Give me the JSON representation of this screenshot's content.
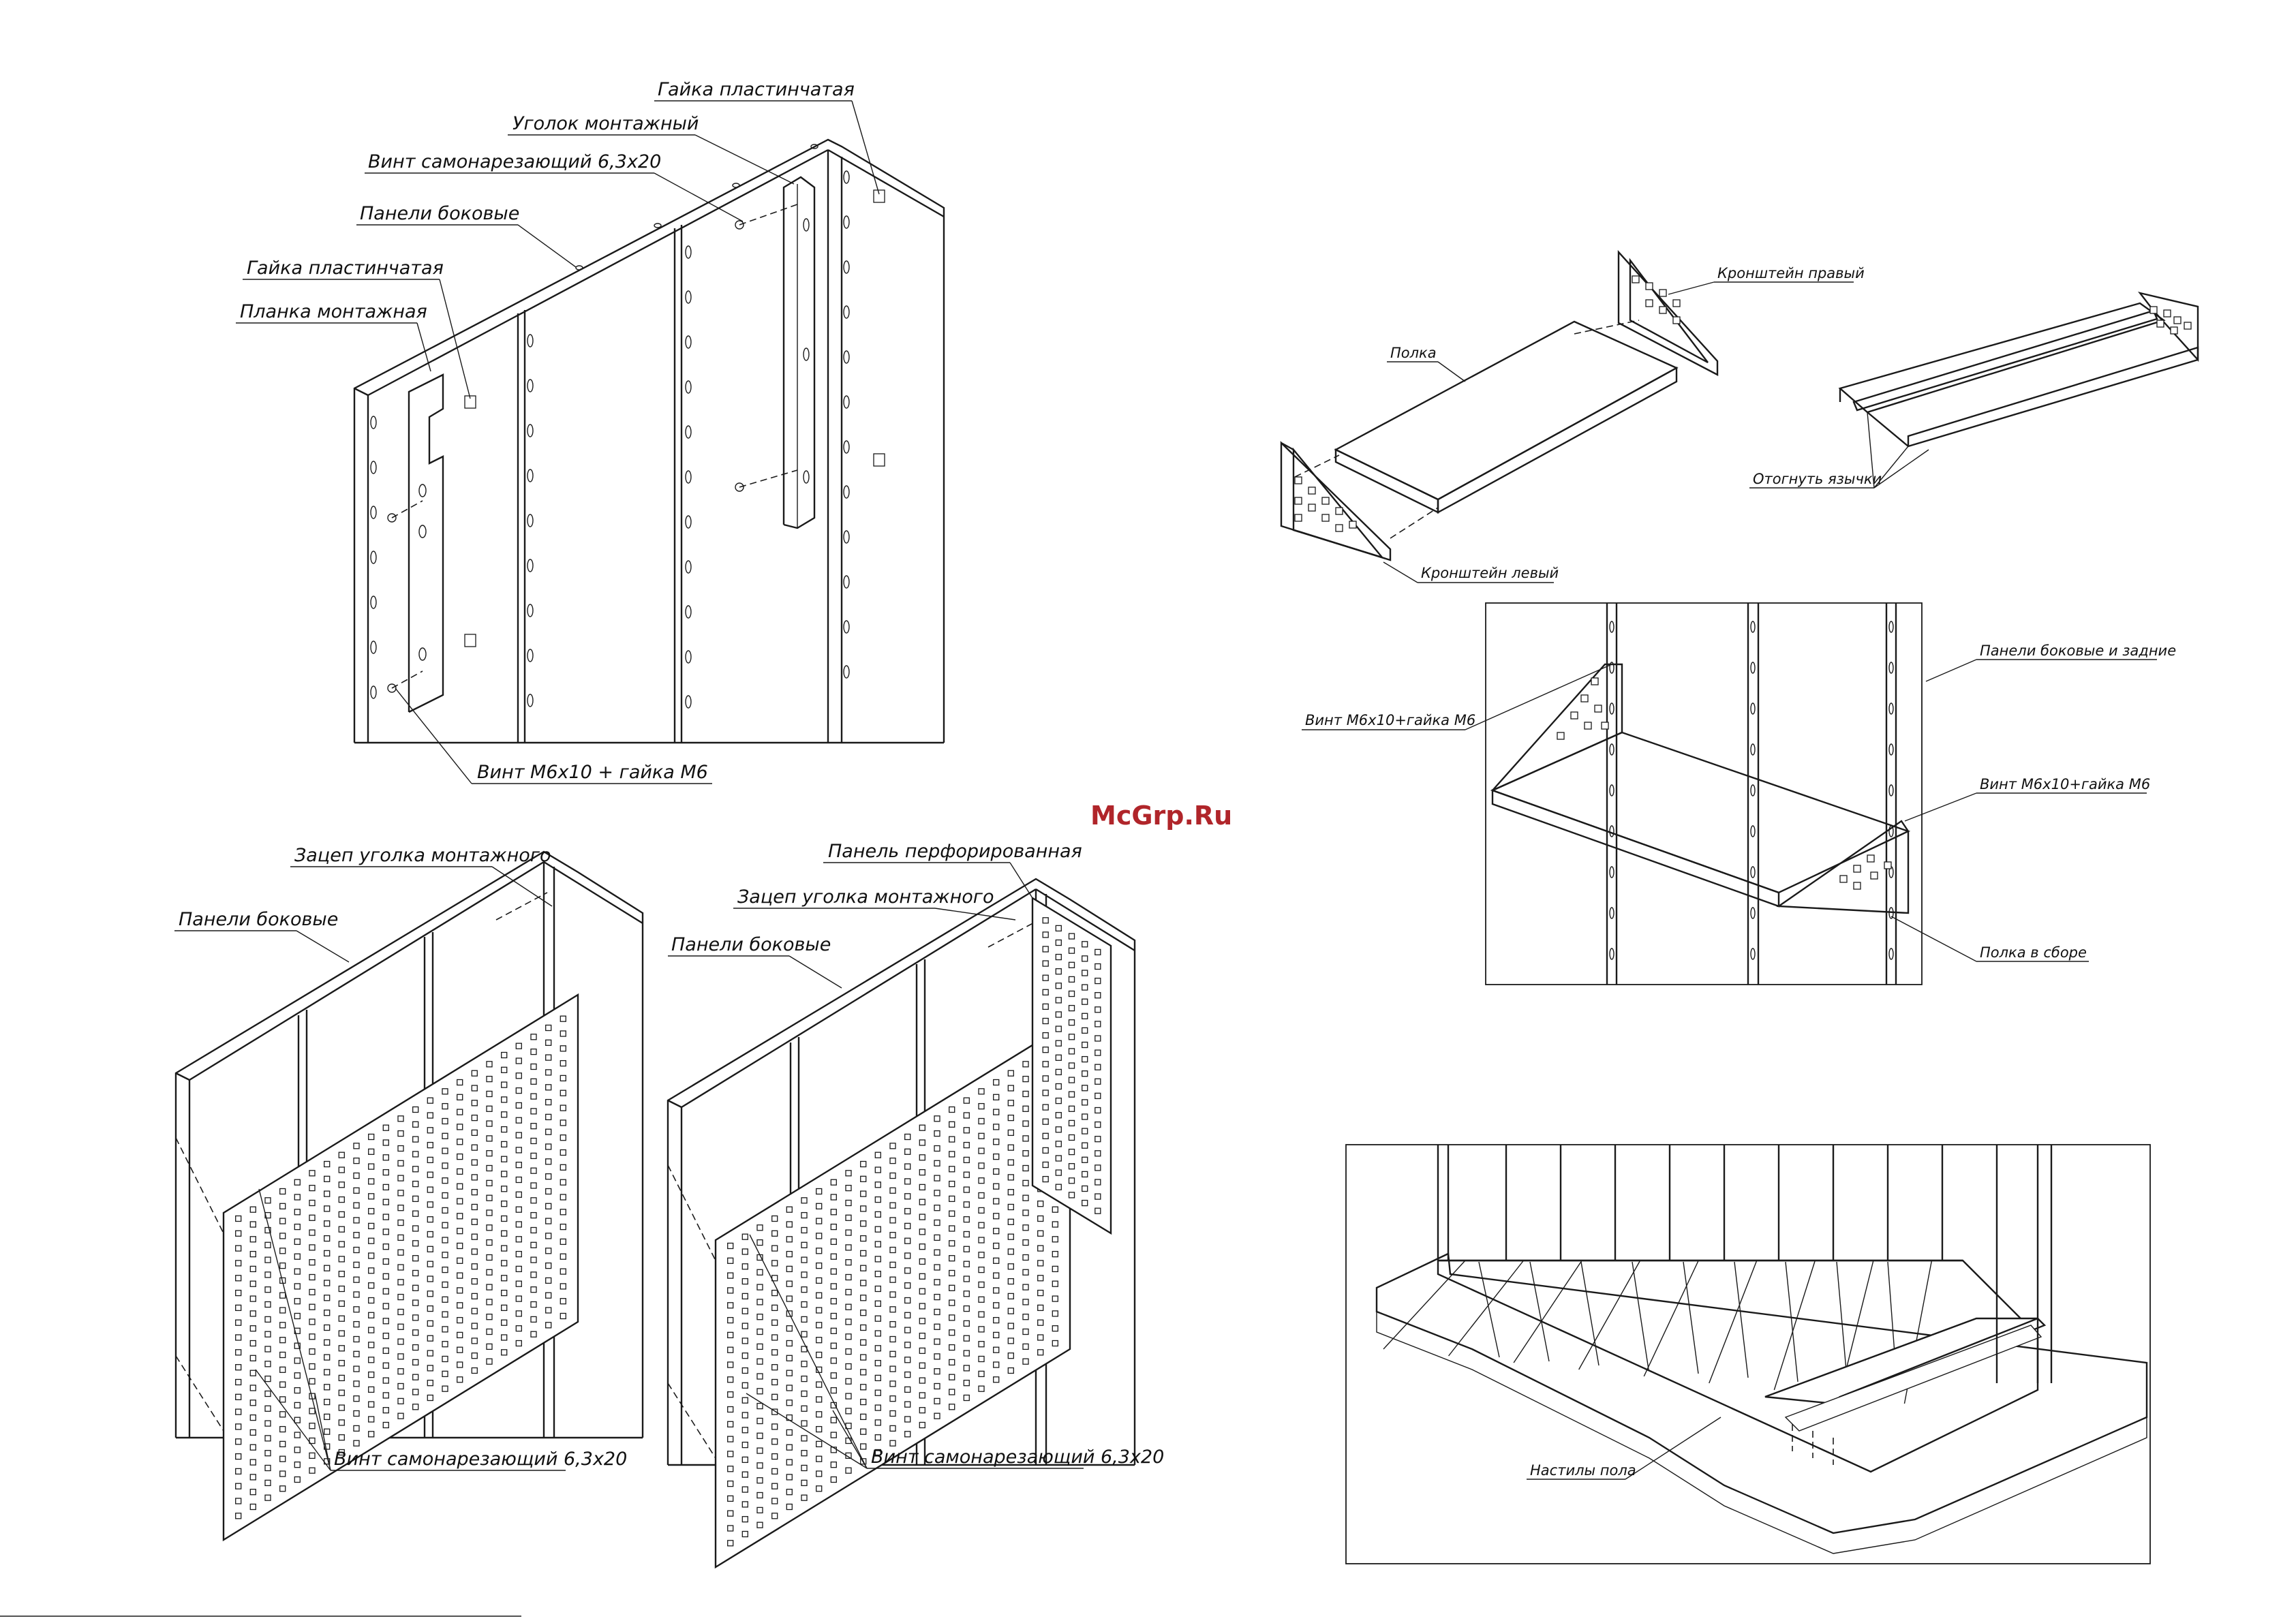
{
  "watermark": "McGrp.Ru",
  "diagram1": {
    "labels": {
      "nut_top": "Гайка пластинчатая",
      "mount_angle": "Уголок монтажный",
      "screw": "Винт самонарезающий 6,3x20",
      "side_panels": "Панели боковые",
      "nut_left": "Гайка пластинчатая",
      "mount_strip": "Планка монтажная",
      "bolt": "Винт М6х10 + гайка М6"
    }
  },
  "diagram2": {
    "labels": {
      "bracket_right": "Кронштейн правый",
      "shelf": "Полка",
      "bend_tabs": "Отогнуть язычки",
      "bracket_left": "Кронштейн левый"
    }
  },
  "diagram3": {
    "labels": {
      "panels_side_back": "Панели боковые и задние",
      "bolt_left": "Винт М6х10+гайка М6",
      "bolt_right": "Винт М6х10+гайка М6",
      "shelf_assembled": "Полка в сборе"
    }
  },
  "diagram4": {
    "labels": {
      "hook": "Зацеп уголка монтажного",
      "side_panels": "Панели боковые",
      "screw": "Винт самонарезающий 6,3x20"
    }
  },
  "diagram5": {
    "labels": {
      "perf_panel": "Панель перфорированная",
      "hook": "Зацеп уголка монтажного",
      "side_panels": "Панели боковые",
      "screw": "Винт самонарезающий 6,3x20"
    }
  },
  "diagram6": {
    "labels": {
      "floor": "Настилы пола"
    }
  }
}
